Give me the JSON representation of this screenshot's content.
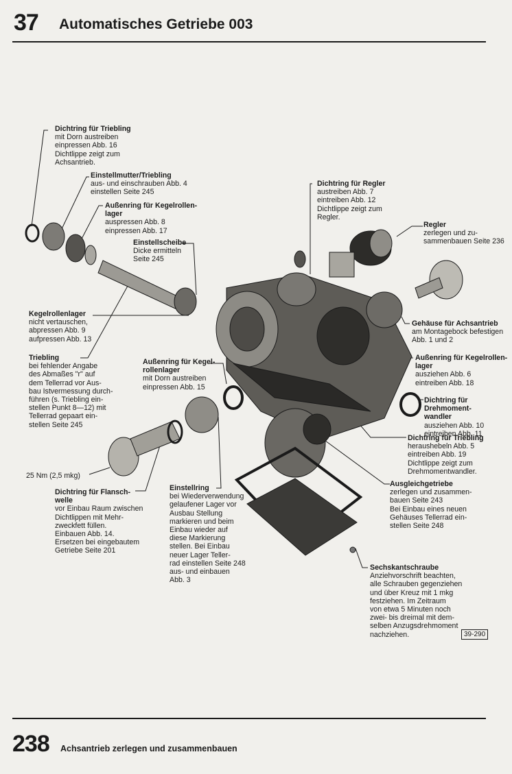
{
  "header": {
    "chapter_number": "37",
    "chapter_title": "Automatisches Getriebe 003"
  },
  "footer": {
    "page_number": "238",
    "page_title": "Achsantrieb zerlegen und zusammenbauen"
  },
  "figure_number": "39-290",
  "callouts": [
    {
      "title": "Dichtring für Triebling",
      "body": "mit Dorn austreiben\neinpressen Abb. 16\nDichtlippe zeigt zum\nAchsantrieb."
    },
    {
      "title": "Einstellmutter/Triebling",
      "body": "aus- und einschrauben Abb. 4\neinstellen Seite 245"
    },
    {
      "title": "Außenring für Kegelrollen-\nlager",
      "body": "auspressen Abb. 8\neinpressen Abb. 17"
    },
    {
      "title": "Einstellscheibe",
      "body": "Dicke ermitteln\nSeite 245"
    },
    {
      "title": "Kegelrollenlager",
      "body": "nicht vertauschen,\nabpressen Abb. 9\naufpressen Abb. 13"
    },
    {
      "title": "Triebling",
      "body": "bei fehlender Angabe\ndes Abmaßes \"r\" auf\ndem Tellerrad vor Aus-\nbau Istvermessung durch-\nführen (s. Triebling ein-\nstellen Punkt 8—12) mit\nTellerrad gepaart ein-\nstellen Seite 245"
    },
    {
      "title": "Außenring für Kegel-\nrollenlager",
      "body": "mit Dorn austreiben\neinpressen Abb. 15"
    },
    {
      "title": "",
      "body": "25 Nm (2,5 mkg)"
    },
    {
      "title": "Dichtring für Flansch-\nwelle",
      "body": "vor Einbau Raum zwischen\nDichtlippen mit Mehr-\nzweckfett füllen.\nEinbauen Abb. 14.\nErsetzen bei eingebautem\nGetriebe Seite 201"
    },
    {
      "title": "Einstellring",
      "body": "bei Wiederverwendung\ngelaufener Lager vor\nAusbau Stellung\nmarkieren und beim\nEinbau wieder auf\ndiese Markierung\nstellen. Bei Einbau\nneuer Lager Teller-\nrad einstellen Seite 248\naus- und einbauen\nAbb. 3"
    },
    {
      "title": "Dichtring für Regler",
      "body": "austreiben Abb. 7\neintreiben Abb. 12\nDichtlippe zeigt zum\nRegler."
    },
    {
      "title": "Regler",
      "body": "zerlegen und zu-\nsammenbauen Seite 236"
    },
    {
      "title": "Gehäuse für Achsantrieb",
      "body": "am Montagebock befestigen\nAbb. 1 und 2"
    },
    {
      "title": "Außenring für Kegelrollen-\nlager",
      "body": "ausziehen Abb. 6\neintreiben Abb. 18"
    },
    {
      "title": "Dichtring für Drehmoment-\nwandler",
      "body": "ausziehen Abb. 10\neintreiben Abb. 11"
    },
    {
      "title": "Dichtring für Triebling",
      "body": "heraushebeln Abb. 5\neintreiben Abb. 19\nDichtlippe zeigt zum\nDrehmomentwandler."
    },
    {
      "title": "Ausgleichgetriebe",
      "body": "zerlegen und zusammen-\nbauen Seite 243\nBei Einbau eines neuen\nGehäuses Tellerrad ein-\nstellen Seite 248"
    },
    {
      "title": "Sechskantschraube",
      "body": "Anziehvorschrift beachten,\nalle Schrauben gegenziehen\nund über Kreuz mit 1 mkg\nfestziehen. Im Zeitraum\nvon etwa 5 Minuten noch\nzwei- bis dreimal mit dem-\nselben Anzugsdrehmoment\nnachziehen."
    }
  ]
}
